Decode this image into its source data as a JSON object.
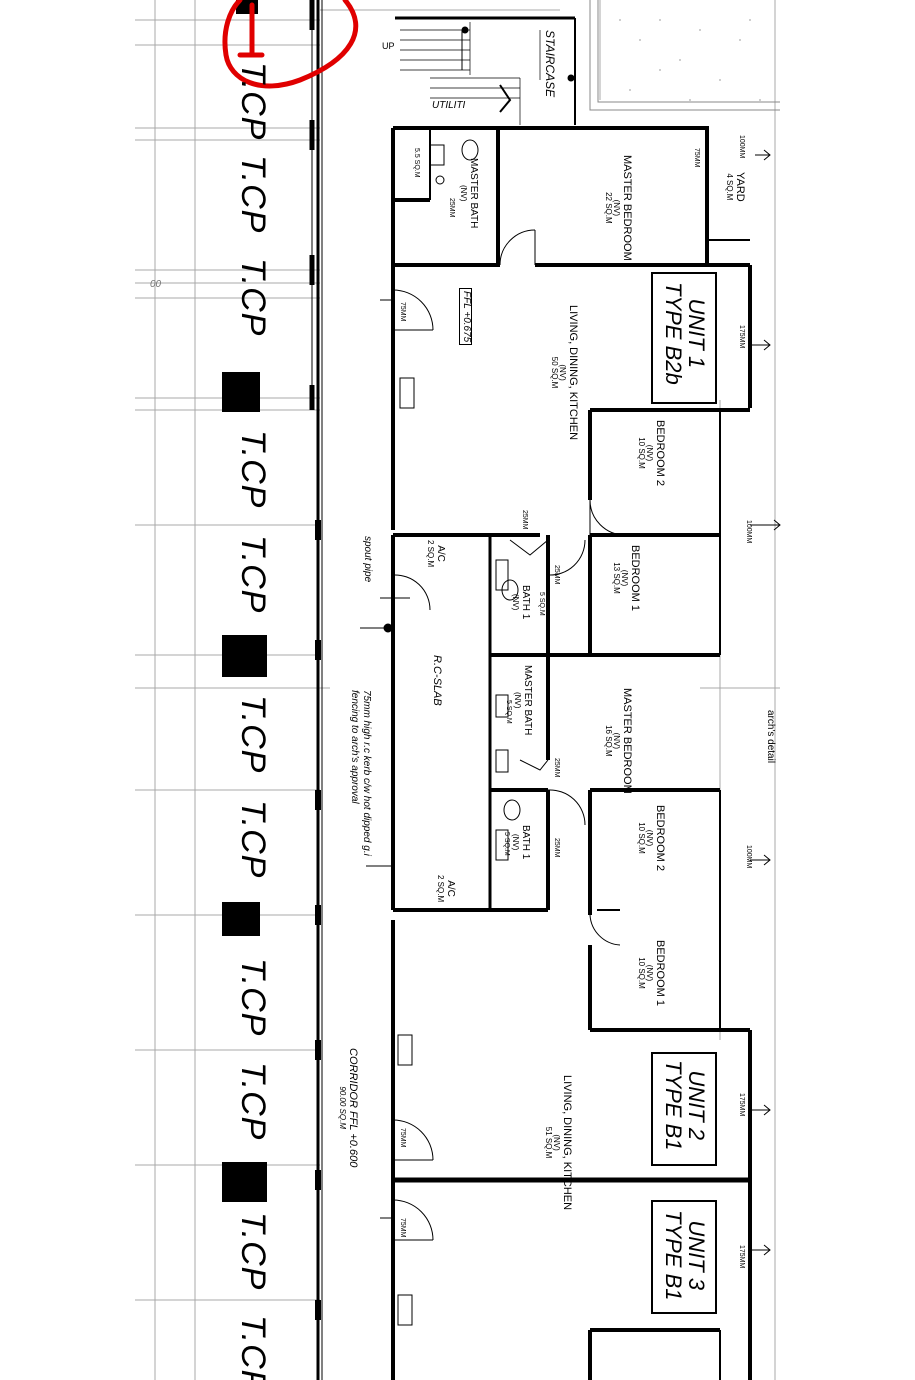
{
  "tcp_label": "T.CP",
  "top_left_marker": "00",
  "staircase": {
    "label": "STAIRCASE",
    "up": "UP",
    "utility": "UTILITI"
  },
  "yard": {
    "name": "YARD",
    "area": "4 SQ.M"
  },
  "unit1": {
    "title": "UNIT 1",
    "type": "TYPE B2b",
    "master_bedroom": {
      "name": "MASTER BEDROOM",
      "nv": "(NV)",
      "area": "22 SQ.M"
    },
    "master_bath": {
      "name": "MASTER BATH",
      "nv": "(NV)",
      "area": "5.5 SQ.M"
    },
    "living": {
      "name": "LIVING, DINING, KITCHEN",
      "nv": "(NV)",
      "area": "50 SQ.M"
    },
    "ffl": "FFL +0.675",
    "bedroom2": {
      "name": "BEDROOM 2",
      "nv": "(NV)",
      "area": "10 SQ.M"
    },
    "bedroom1": {
      "name": "BEDROOM 1",
      "nv": "(NV)",
      "area": "13 SQ.M"
    },
    "bath1": {
      "name": "BATH 1",
      "nv": "(NV)",
      "area": "5 SQ.M"
    }
  },
  "unit2": {
    "title": "UNIT 2",
    "type": "TYPE B1",
    "master_bedroom": {
      "name": "MASTER BEDROOM",
      "nv": "(NV)",
      "area": "16 SQ.M"
    },
    "master_bath": {
      "name": "MASTER BATH",
      "nv": "(NV)",
      "area": "5 SQ.M"
    },
    "bath1": {
      "name": "BATH 1",
      "nv": "(NV)",
      "area": "5 SQ.M"
    },
    "bedroom2": {
      "name": "BEDROOM 2",
      "nv": "(NV)",
      "area": "10 SQ.M"
    },
    "bedroom1": {
      "name": "BEDROOM 1",
      "nv": "(NV)",
      "area": "10 SQ.M"
    },
    "living": {
      "name": "LIVING, DINING, KITCHEN",
      "nv": "(NV)",
      "area": "51 SQ.M"
    }
  },
  "unit3": {
    "title": "UNIT 3",
    "type": "TYPE B1"
  },
  "ac1": {
    "name": "A/C",
    "area": "2 SQ.M"
  },
  "ac2": {
    "name": "A/C",
    "area": "2 SQ.M"
  },
  "spout_pipe": "spout pipe",
  "rc_slab": "R.C-SLAB",
  "fencing_note": "75mm high r.c kerb c/w hot dipped g.i fencing to arch's approval",
  "corridor": {
    "name": "CORRIDOR FFL +0.600",
    "area": "90.00 SQ.M"
  },
  "arch_detail": "arch's detail",
  "door_tags": {
    "d75": "75MM",
    "d25": "25MM",
    "d100": "100MM",
    "d175": "175MM"
  },
  "colors": {
    "wall": "#000000",
    "grid": "#9a9a9a",
    "markup": "#e00000"
  }
}
